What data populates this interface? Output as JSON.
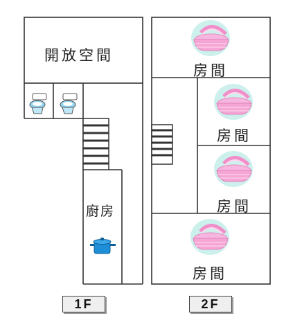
{
  "floors": [
    {
      "tag": "1F",
      "rooms": {
        "open_space": "開放空間",
        "kitchen": "廚房"
      }
    },
    {
      "tag": "2F",
      "rooms": {
        "room_top": "房間",
        "room_mid1": "房間",
        "room_mid2": "房間",
        "room_bottom": "房間"
      }
    }
  ],
  "icons": [
    "toilet-icon",
    "toilet-icon",
    "stairs-icon",
    "stairs-icon",
    "cooking-pot-icon",
    "baby-cradle-icon",
    "baby-cradle-icon",
    "baby-cradle-icon",
    "baby-cradle-icon"
  ],
  "colors": {
    "wall": "#333333",
    "cradle_pink": "#f4a9d8",
    "cradle_aqua": "#b9e8e4",
    "pot_blue": "#1e8fd6",
    "tag_bg": "#efefef"
  }
}
